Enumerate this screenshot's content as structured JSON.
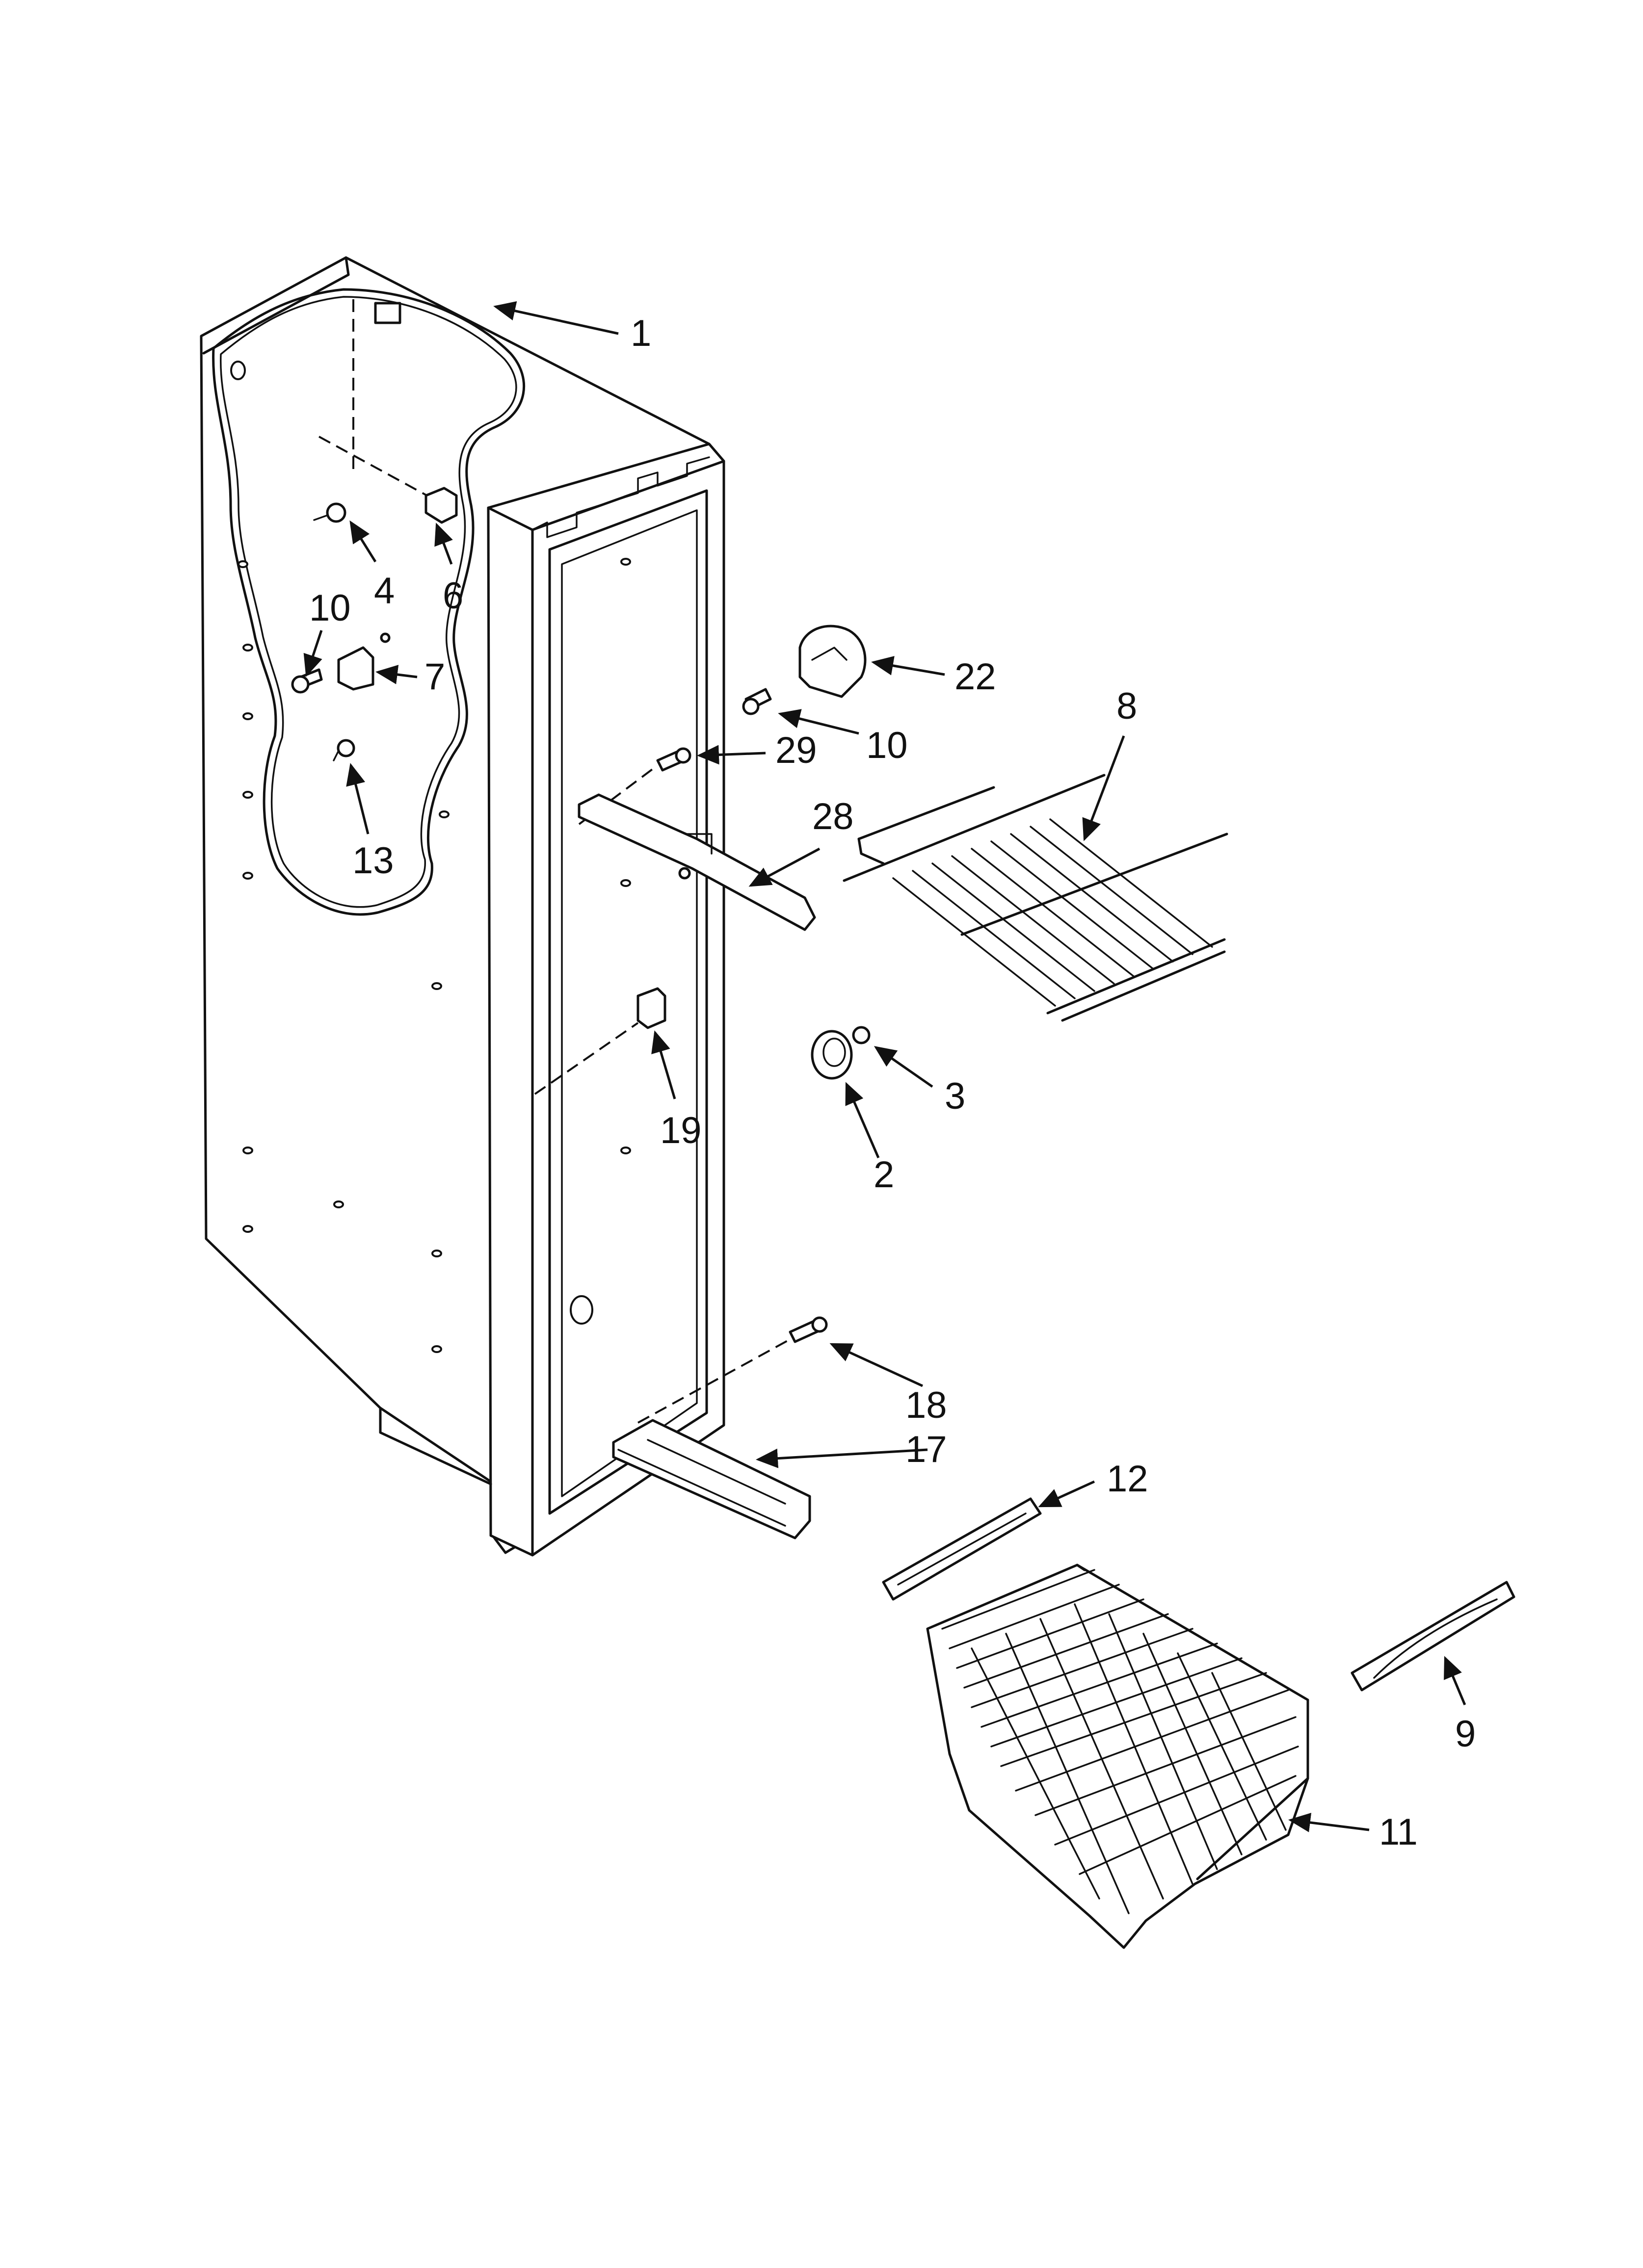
{
  "diagram": {
    "callouts": [
      {
        "id": "1",
        "label": "1"
      },
      {
        "id": "4",
        "label": "4"
      },
      {
        "id": "6",
        "label": "6"
      },
      {
        "id": "10a",
        "label": "10"
      },
      {
        "id": "7",
        "label": "7"
      },
      {
        "id": "13",
        "label": "13"
      },
      {
        "id": "22",
        "label": "22"
      },
      {
        "id": "10b",
        "label": "10"
      },
      {
        "id": "29",
        "label": "29"
      },
      {
        "id": "8",
        "label": "8"
      },
      {
        "id": "28",
        "label": "28"
      },
      {
        "id": "3",
        "label": "3"
      },
      {
        "id": "2",
        "label": "2"
      },
      {
        "id": "19",
        "label": "19"
      },
      {
        "id": "18",
        "label": "18"
      },
      {
        "id": "17",
        "label": "17"
      },
      {
        "id": "12",
        "label": "12"
      },
      {
        "id": "9",
        "label": "9"
      },
      {
        "id": "11",
        "label": "11"
      }
    ]
  }
}
